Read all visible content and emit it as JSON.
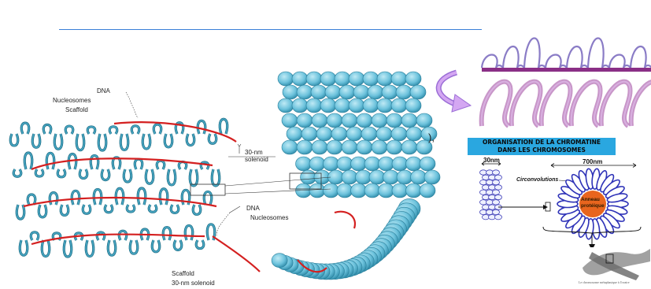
{
  "left_figure": {
    "labels_top": [
      "DNA",
      "Nucleosomes",
      "Scaffold"
    ],
    "label_30nm": [
      "30-nm",
      "solenoid"
    ],
    "labels_bottom": [
      "DNA",
      "Nucleosomes"
    ],
    "label_scaffold_bottom": "Scaffold",
    "label_solenoid_bottom": "30-nm solenoid",
    "stray_text": "),"
  },
  "right_figure": {
    "title_line1": "ORGANISATION DE LA CHROMATINE",
    "title_line2": "DANS LES CHROMOSOMES",
    "dim_30nm": "30nm",
    "dim_700nm": "700nm",
    "circonvolutions": "Circonvolutions",
    "core_line1": "Anneau",
    "core_line2": "protéique",
    "caption": "Le chromosome métaphasique à l'ovaire"
  },
  "colors": {
    "teal": "#2f8eaa",
    "teal_dark": "#1f5d70",
    "scaffold_red": "#d42020",
    "purple": "#8a6cc8",
    "arrow_purple": "#c08ae8",
    "flower_blue": "#3b3fc2",
    "core_orange": "#e8651e",
    "title_bg": "#2aa7e0",
    "line_blue": "#3a7fd8"
  }
}
